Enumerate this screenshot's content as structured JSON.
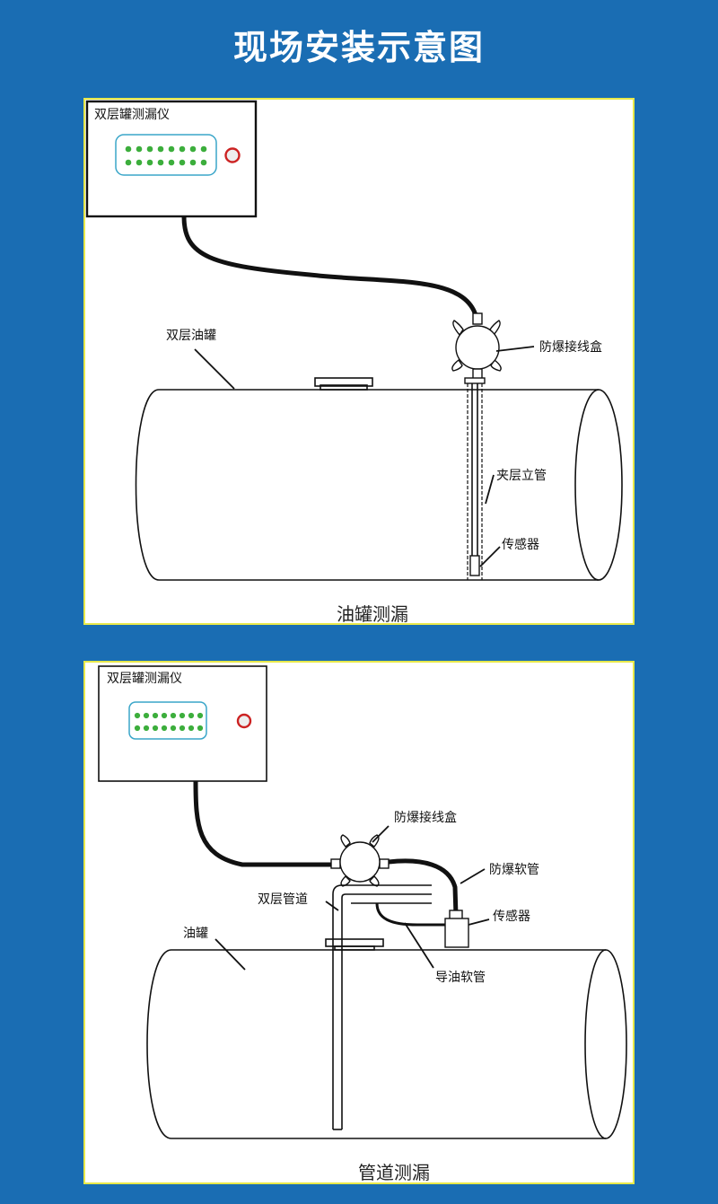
{
  "page_title": "现场安装示意图",
  "colors": {
    "background": "#1a6db3",
    "panel_border": "#e8e84a",
    "led": "#3cae3c",
    "display_border": "#3aa6c9",
    "indicator": "#cc2222"
  },
  "panel1": {
    "device_label": "双层罐测漏仪",
    "tank_label": "双层油罐",
    "junction_box_label": "防爆接线盒",
    "riser_label": "夹层立管",
    "sensor_label": "传感器",
    "caption": "油罐测漏"
  },
  "panel2": {
    "device_label": "双层罐测漏仪",
    "junction_box_label": "防爆接线盒",
    "hose_label": "防爆软管",
    "pipe_label": "双层管道",
    "sensor_label": "传感器",
    "tank_label": "油罐",
    "guide_hose_label": "导油软管",
    "caption": "管道测漏"
  }
}
